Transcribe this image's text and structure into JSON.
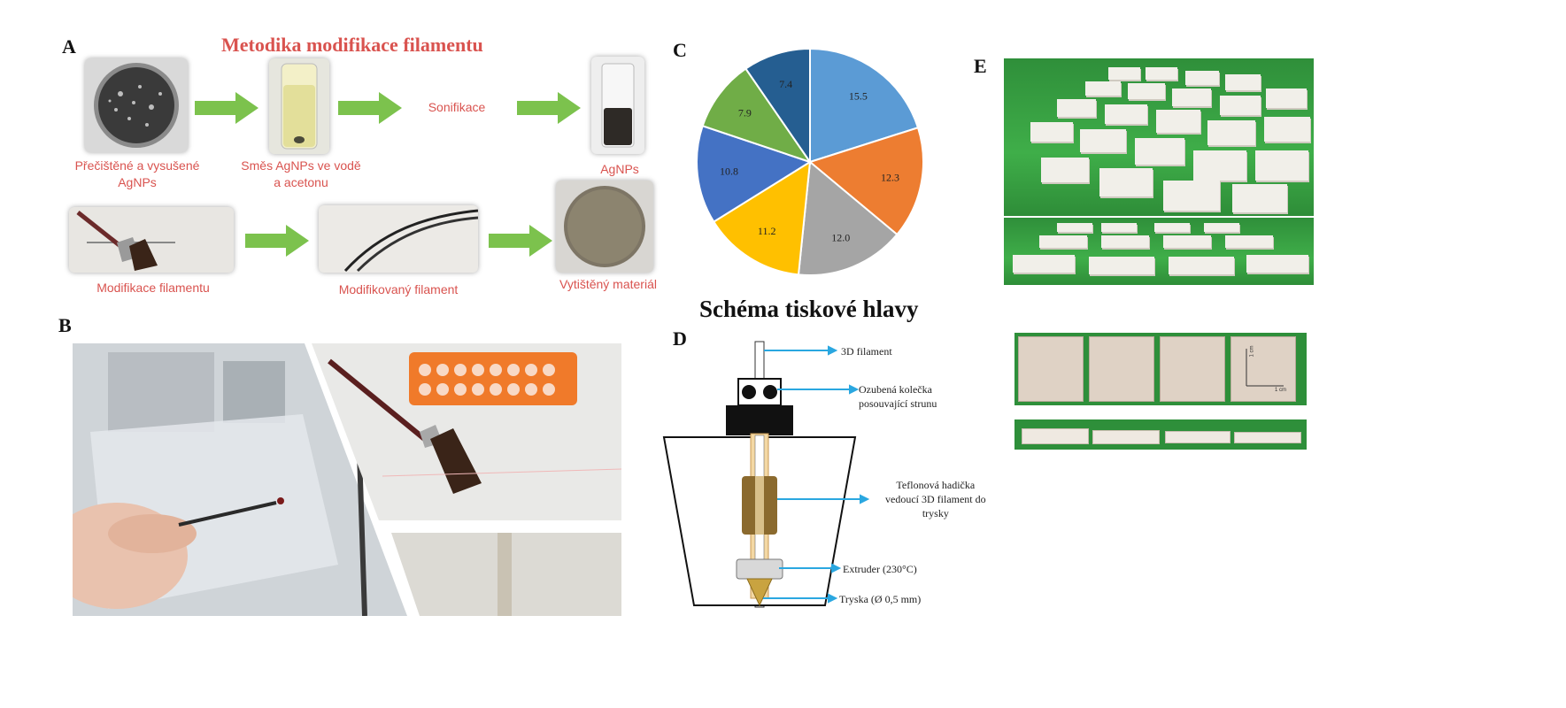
{
  "panels": {
    "a": "A",
    "b": "B",
    "c": "C",
    "d": "D",
    "e": "E"
  },
  "panel_a": {
    "title": "Metodika modifikace filamentu",
    "step1": [
      "Přečištěné a vysušené",
      "AgNPs"
    ],
    "step2": [
      "Směs AgNPs ve vodě",
      "a acetonu"
    ],
    "step3": "Sonifikace",
    "step4": "AgNPs",
    "step5": "Modifikace filamentu",
    "step6": "Modifikovaný filament",
    "step7": "Vytištěný materiál"
  },
  "colors": {
    "title_red": "#d9534f",
    "arrow_green": "#7cc24d",
    "pointer_blue": "#2aa7e0"
  },
  "chart_data": {
    "type": "pie",
    "title": "",
    "slices": [
      {
        "value": 15.5,
        "label": "15.5",
        "color": "#5b9bd5"
      },
      {
        "value": 12.3,
        "label": "12.3",
        "color": "#ed7d31"
      },
      {
        "value": 12.0,
        "label": "12.0",
        "color": "#a5a5a5"
      },
      {
        "value": 11.2,
        "label": "11.2",
        "color": "#ffc000"
      },
      {
        "value": 10.8,
        "label": "10.8",
        "color": "#4472c4"
      },
      {
        "value": 7.9,
        "label": "7.9",
        "color": "#70ad47"
      },
      {
        "value": 7.4,
        "label": "7.4",
        "color": "#255e91"
      }
    ],
    "start_angle_deg": 0,
    "direction": "clockwise",
    "legend": "none"
  },
  "panel_d": {
    "title": "Schéma tiskové hlavy",
    "label_filament": "3D filament",
    "label_gears": [
      "Ozubená kolečka",
      "posouvající strunu"
    ],
    "label_tube": [
      "Teflonová hadička",
      "vedoucí 3D filament do",
      "trysky"
    ],
    "label_extruder": "Extruder (230°C)",
    "label_nozzle": "Tryska (Ø 0,5 mm)"
  },
  "panel_e": {
    "scale_a": "1 cm",
    "scale_b": "1 cm"
  }
}
